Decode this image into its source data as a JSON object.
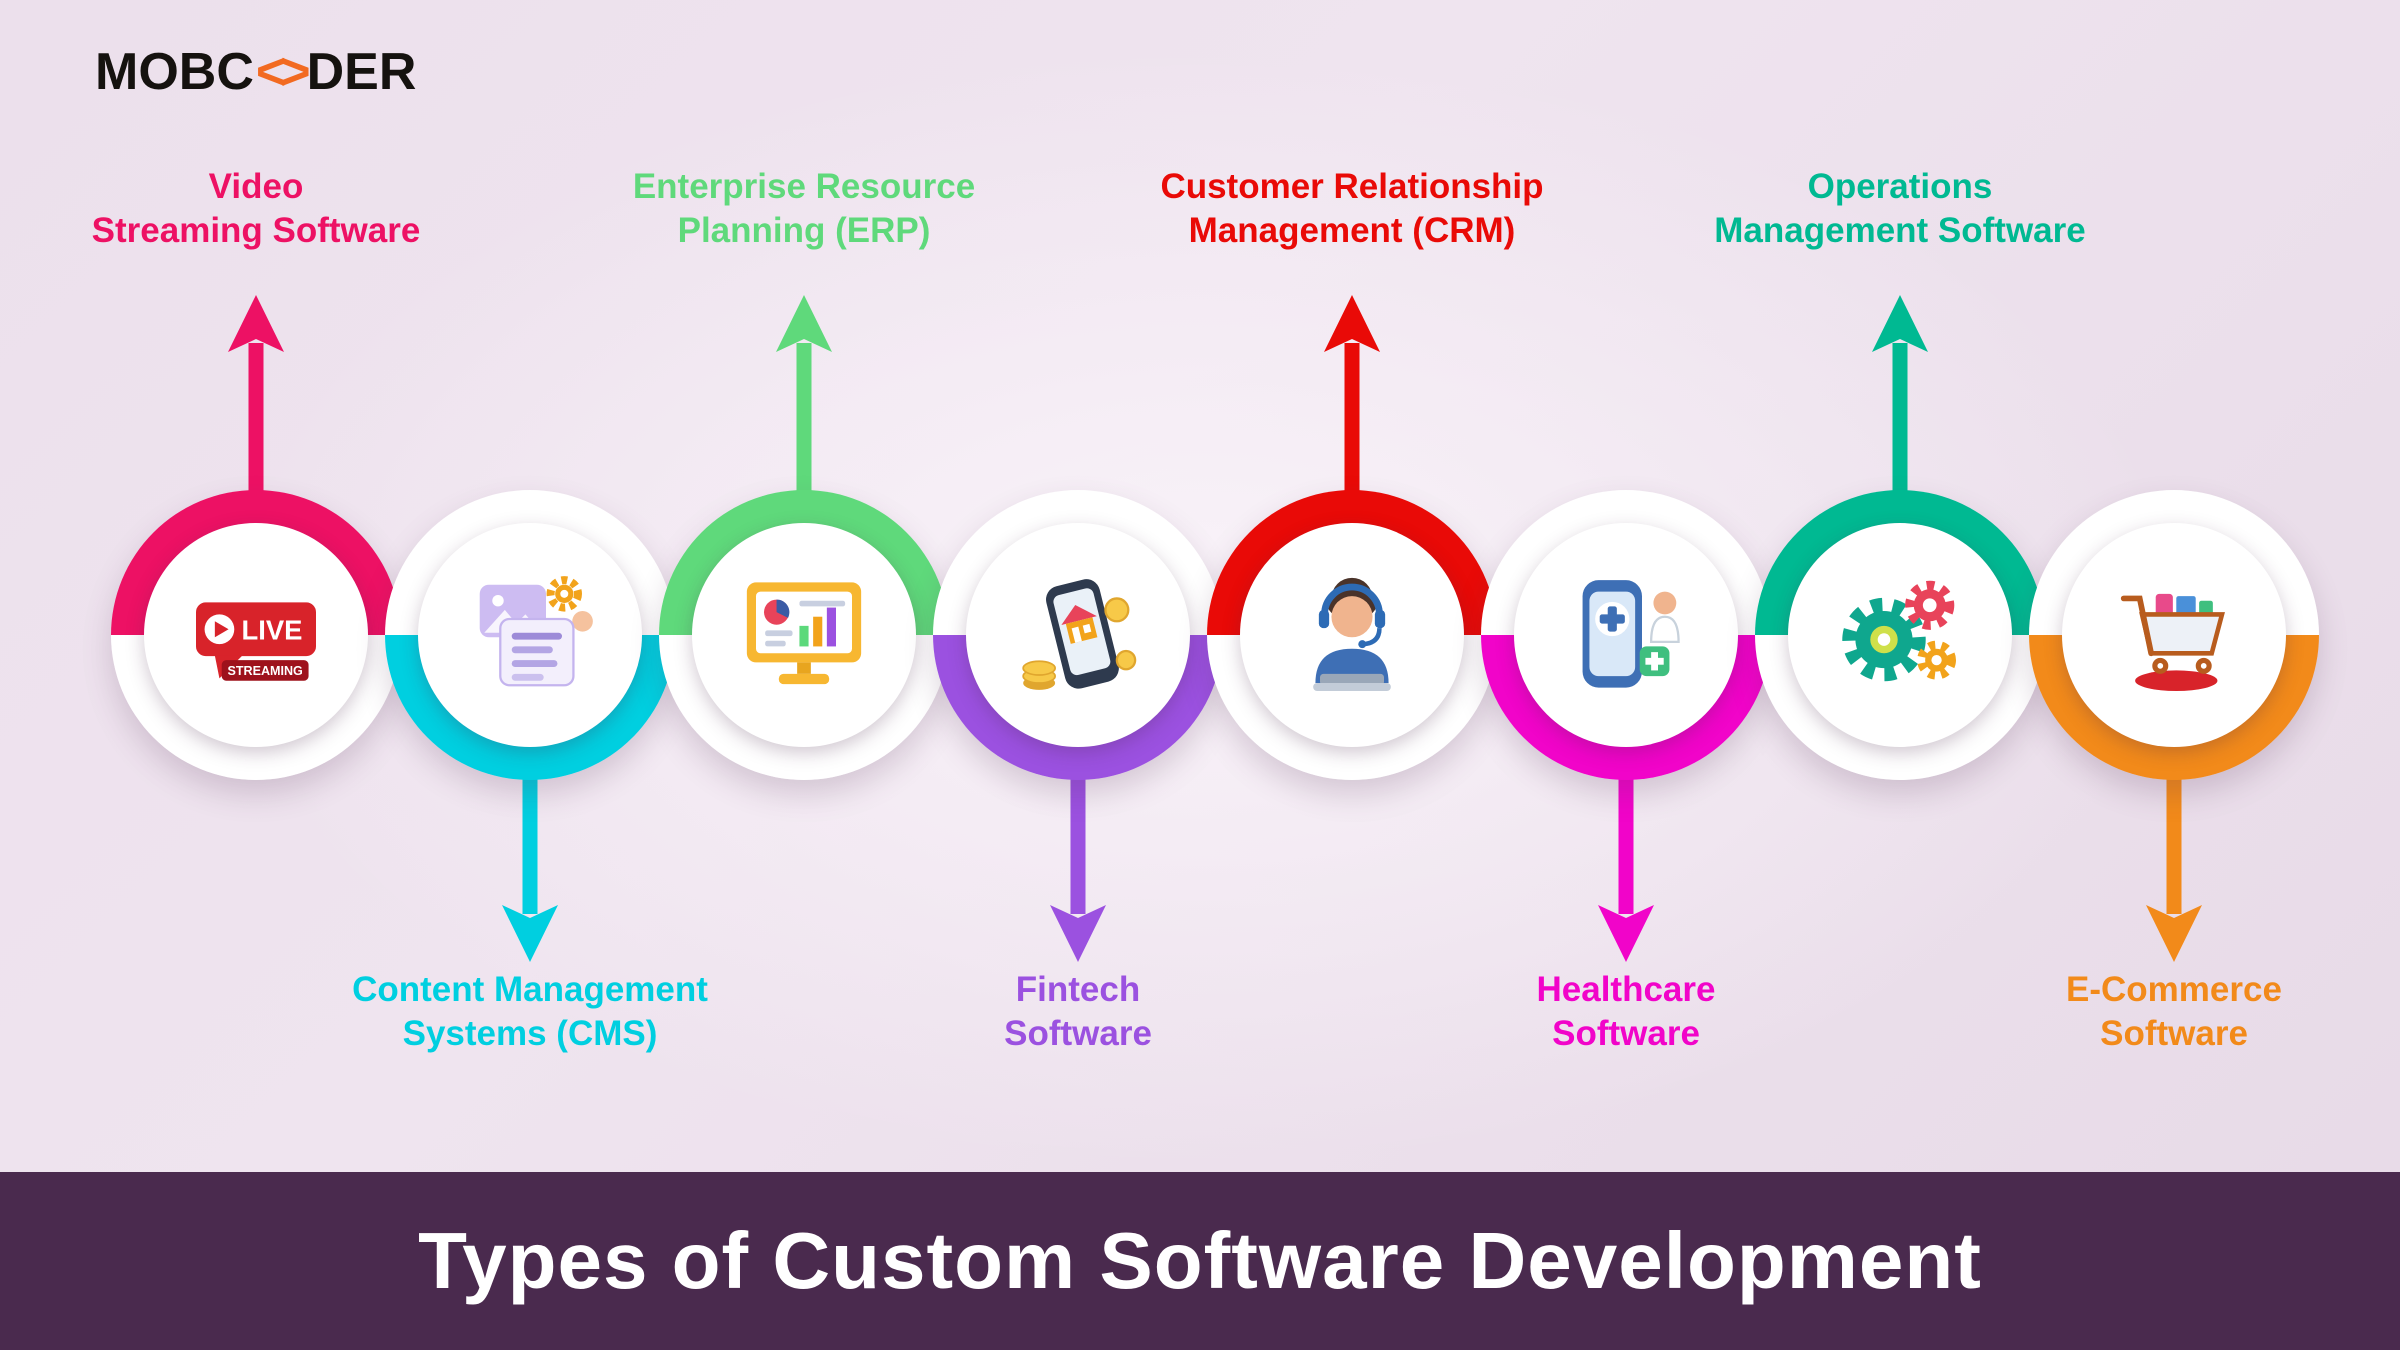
{
  "logo": {
    "part1": "MOBC",
    "symbol": "<>",
    "part2": "DER"
  },
  "background": {
    "center": "#F9F3F9",
    "edge": "#E7DAE7"
  },
  "banner": {
    "title": "Types of Custom Software Development",
    "bg": "#4A2A4E"
  },
  "items": [
    {
      "id": "video-streaming",
      "line1": "Video",
      "line2": "Streaming Software",
      "color": "#ED1164",
      "direction": "up",
      "icon": "live-streaming-icon",
      "icon_text1": "LIVE",
      "icon_text2": "STREAMING"
    },
    {
      "id": "cms",
      "line1": "Content Management",
      "line2": "Systems (CMS)",
      "color": "#00CFE0",
      "direction": "down",
      "icon": "cms-document-icon"
    },
    {
      "id": "erp",
      "line1": "Enterprise Resource",
      "line2": "Planning (ERP)",
      "color": "#5FD97B",
      "direction": "up",
      "icon": "erp-dashboard-icon"
    },
    {
      "id": "fintech",
      "line1": "Fintech",
      "line2": "Software",
      "color": "#9B51E0",
      "direction": "down",
      "icon": "fintech-phone-coins-icon"
    },
    {
      "id": "crm",
      "line1": "Customer Relationship",
      "line2": "Management (CRM)",
      "color": "#E90A07",
      "direction": "up",
      "icon": "crm-support-agent-icon"
    },
    {
      "id": "healthcare",
      "line1": "Healthcare",
      "line2": "Software",
      "color": "#F104C9",
      "direction": "down",
      "icon": "healthcare-app-icon"
    },
    {
      "id": "operations",
      "line1": "Operations",
      "line2": "Management Software",
      "color": "#00B992",
      "direction": "up",
      "icon": "gears-icon"
    },
    {
      "id": "ecommerce",
      "line1": "E-Commerce",
      "line2": "Software",
      "color": "#F28A1A",
      "direction": "down",
      "icon": "shopping-cart-icon"
    }
  ]
}
